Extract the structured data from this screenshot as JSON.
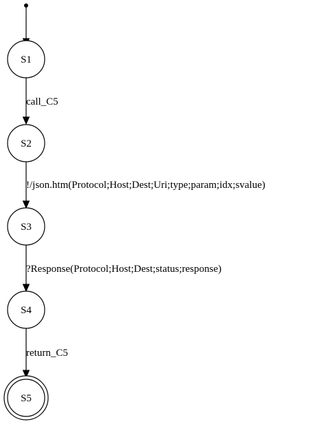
{
  "diagram": {
    "type": "state-machine",
    "initial_state": "S1",
    "states": [
      {
        "id": "S1",
        "label": "S1",
        "final": false
      },
      {
        "id": "S2",
        "label": "S2",
        "final": false
      },
      {
        "id": "S3",
        "label": "S3",
        "final": false
      },
      {
        "id": "S4",
        "label": "S4",
        "final": false
      },
      {
        "id": "S5",
        "label": "S5",
        "final": true
      }
    ],
    "transitions": [
      {
        "from": "S1",
        "to": "S2",
        "label": "call_C5"
      },
      {
        "from": "S2",
        "to": "S3",
        "label": "!/json.htm(Protocol;Host;Dest;Uri;type;param;idx;svalue)"
      },
      {
        "from": "S3",
        "to": "S4",
        "label": "?Response(Protocol;Host;Dest;status;response)"
      },
      {
        "from": "S4",
        "to": "S5",
        "label": "return_C5"
      }
    ]
  }
}
